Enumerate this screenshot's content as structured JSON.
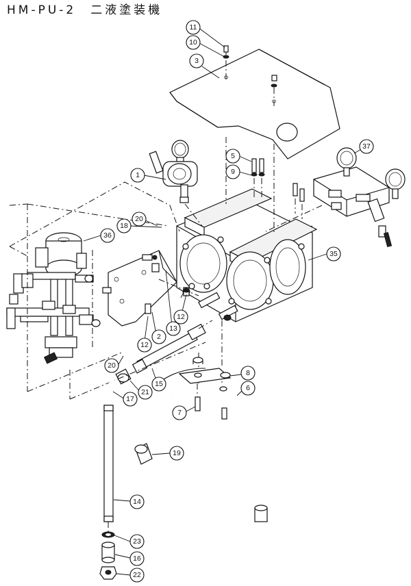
{
  "drawing": {
    "title": "HM-PU-2　二液塗装機"
  },
  "callouts": [
    {
      "id": "c11",
      "label": "11"
    },
    {
      "id": "c10",
      "label": "10"
    },
    {
      "id": "c3",
      "label": "3"
    },
    {
      "id": "c5",
      "label": "5"
    },
    {
      "id": "c9",
      "label": "9"
    },
    {
      "id": "c37",
      "label": "37"
    },
    {
      "id": "c1",
      "label": "1"
    },
    {
      "id": "c18",
      "label": "18"
    },
    {
      "id": "c20a",
      "label": "20"
    },
    {
      "id": "c36",
      "label": "36"
    },
    {
      "id": "c35",
      "label": "35"
    },
    {
      "id": "c12a",
      "label": "12"
    },
    {
      "id": "c13",
      "label": "13"
    },
    {
      "id": "c12b",
      "label": "12"
    },
    {
      "id": "c2",
      "label": "2"
    },
    {
      "id": "c20b",
      "label": "20"
    },
    {
      "id": "c15",
      "label": "15"
    },
    {
      "id": "c21",
      "label": "21"
    },
    {
      "id": "c17",
      "label": "17"
    },
    {
      "id": "c8",
      "label": "8"
    },
    {
      "id": "c6",
      "label": "6"
    },
    {
      "id": "c7",
      "label": "7"
    },
    {
      "id": "c19",
      "label": "19"
    },
    {
      "id": "c14",
      "label": "14"
    },
    {
      "id": "c23",
      "label": "23"
    },
    {
      "id": "c16",
      "label": "16"
    },
    {
      "id": "c22",
      "label": "22"
    }
  ]
}
